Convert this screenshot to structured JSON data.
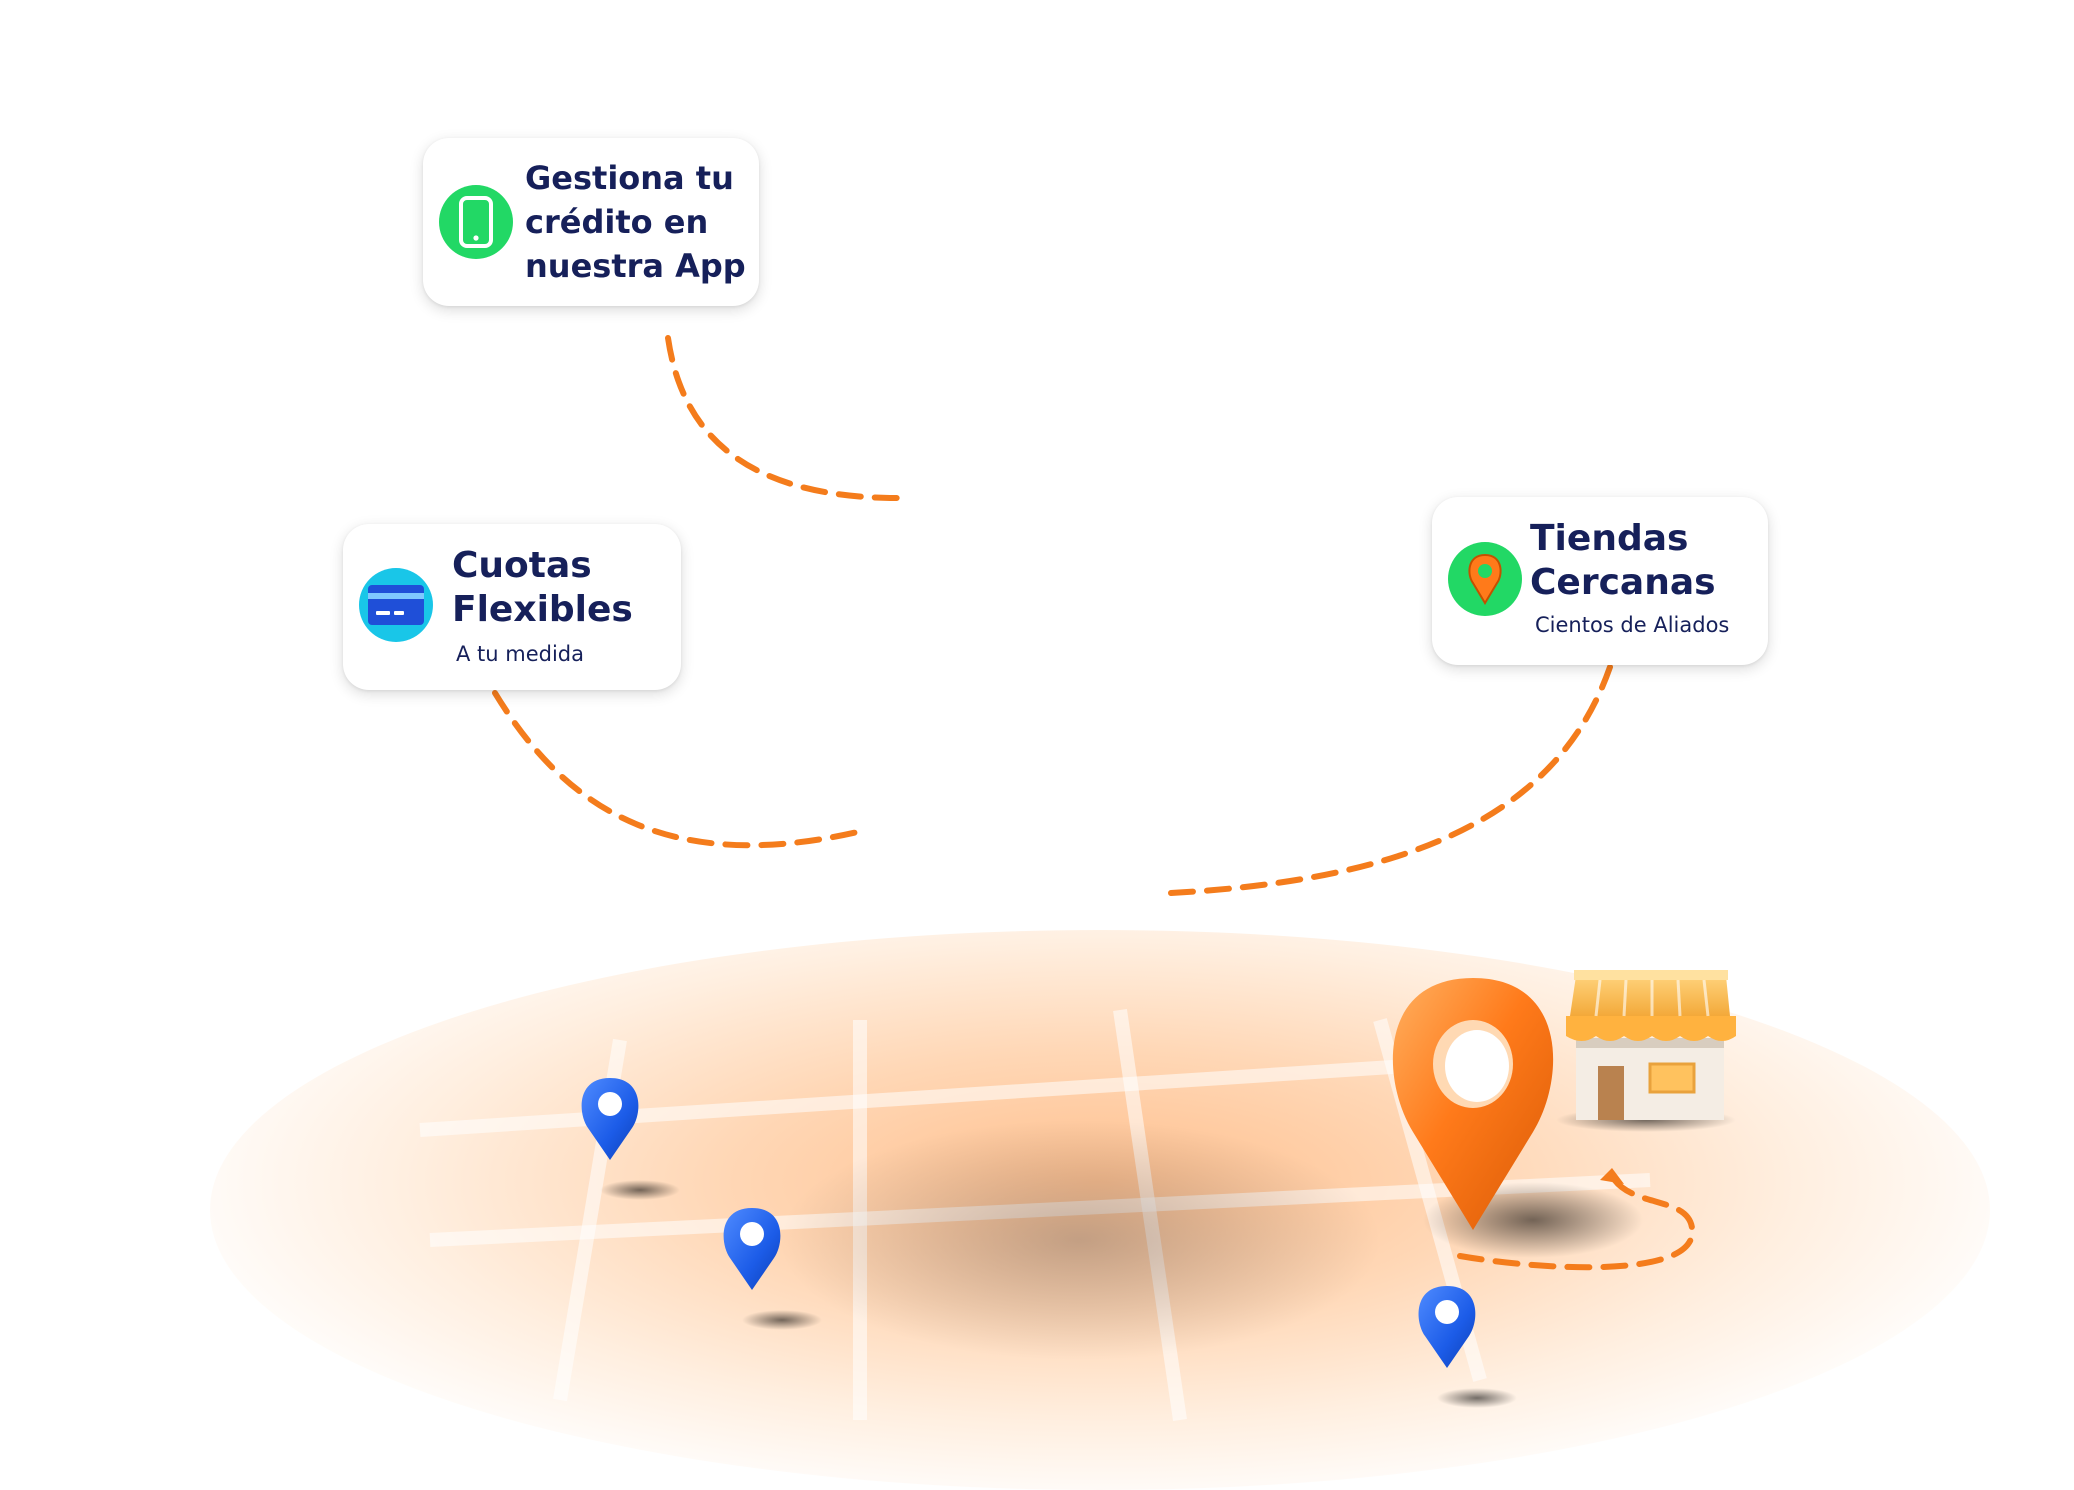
{
  "cards": {
    "app": {
      "title": "Gestiona tu crédito en nuestra App",
      "icon": "smartphone-icon"
    },
    "cuotas": {
      "title": "Cuotas Flexibles",
      "subtitle": "A tu medida",
      "icon": "credit-card-icon"
    },
    "tiendas": {
      "title": "Tiendas Cercanas",
      "subtitle": "Cientos de Aliados",
      "icon": "location-pin-icon"
    }
  },
  "colors": {
    "navy_text": "#16205a",
    "green_badge": "#22d865",
    "cyan_badge": "#19c6e8",
    "accent_orange": "#f47c1c",
    "blue_pin": "#1c5ce8"
  }
}
